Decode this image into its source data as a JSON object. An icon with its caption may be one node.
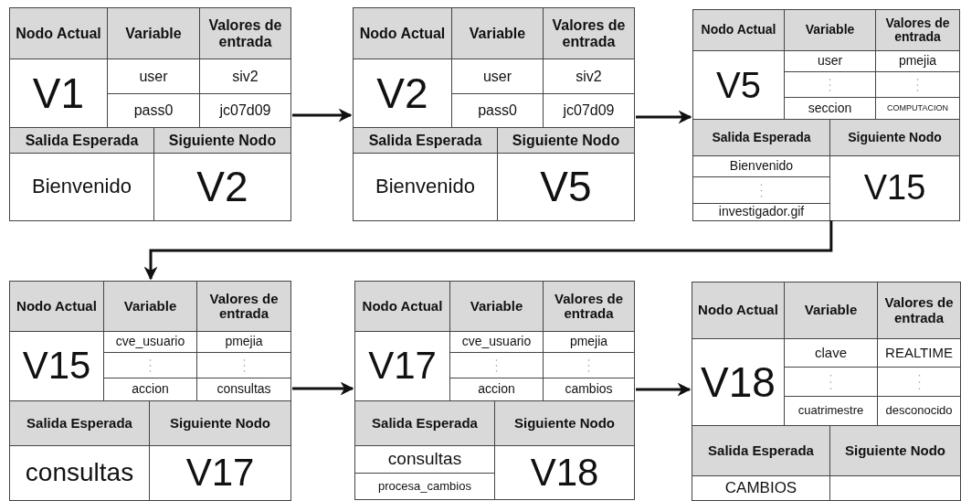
{
  "diagram": {
    "nodes": [
      {
        "text": [
          "Nodo Actual",
          "Variable",
          "Valores de entrada",
          "V1",
          "user",
          "siv2",
          "pass0",
          "jc07d09",
          "Salida Esperada",
          "Siguiente Nodo",
          "Bienvenido",
          "V2"
        ]
      },
      {
        "text": [
          "Nodo Actual",
          "Variable",
          "Valores de entrada",
          "V2",
          "user",
          "siv2",
          "pass0",
          "jc07d09",
          "Salida Esperada",
          "Siguiente Nodo",
          "Bienvenido",
          "V5"
        ]
      },
      {
        "text": [
          "Nodo Actual",
          "Variable",
          "Valores de entrada",
          "V5",
          "user",
          "pmejia",
          "seccion",
          "COMPUTACION",
          "Salida Esperada",
          "Siguiente Nodo",
          "Bienvenido",
          "investigador.gif",
          "V15"
        ]
      },
      {
        "text": [
          "Nodo Actual",
          "Variable",
          "Valores de entrada",
          "V15",
          "cve_usuario",
          "pmejia",
          "accion",
          "consultas",
          "Salida Esperada",
          "Siguiente Nodo",
          "consultas",
          "V17"
        ]
      },
      {
        "text": [
          "Nodo Actual",
          "Variable",
          "Valores de entrada",
          "V17",
          "cve_usuario",
          "pmejia",
          "accion",
          "cambios",
          "Salida Esperada",
          "Siguiente Nodo",
          "consultas",
          "procesa_cambios",
          "V18"
        ]
      },
      {
        "text": [
          "Nodo Actual",
          "Variable",
          "Valores de entrada",
          "V18",
          "clave",
          "REALTIME",
          "cuatrimestre",
          "desconocido",
          "Salida Esperada",
          "Siguiente Nodo",
          "CAMBIOS"
        ]
      }
    ],
    "edges": [
      {
        "from": 0,
        "to": 1,
        "arrow": "to"
      },
      {
        "from": 1,
        "to": 2,
        "arrow": "to"
      },
      {
        "from": 2,
        "to": 3,
        "arrow": "to"
      },
      {
        "from": 3,
        "to": 4,
        "arrow": "to"
      },
      {
        "from": 4,
        "to": 5,
        "arrow": "to"
      }
    ]
  }
}
